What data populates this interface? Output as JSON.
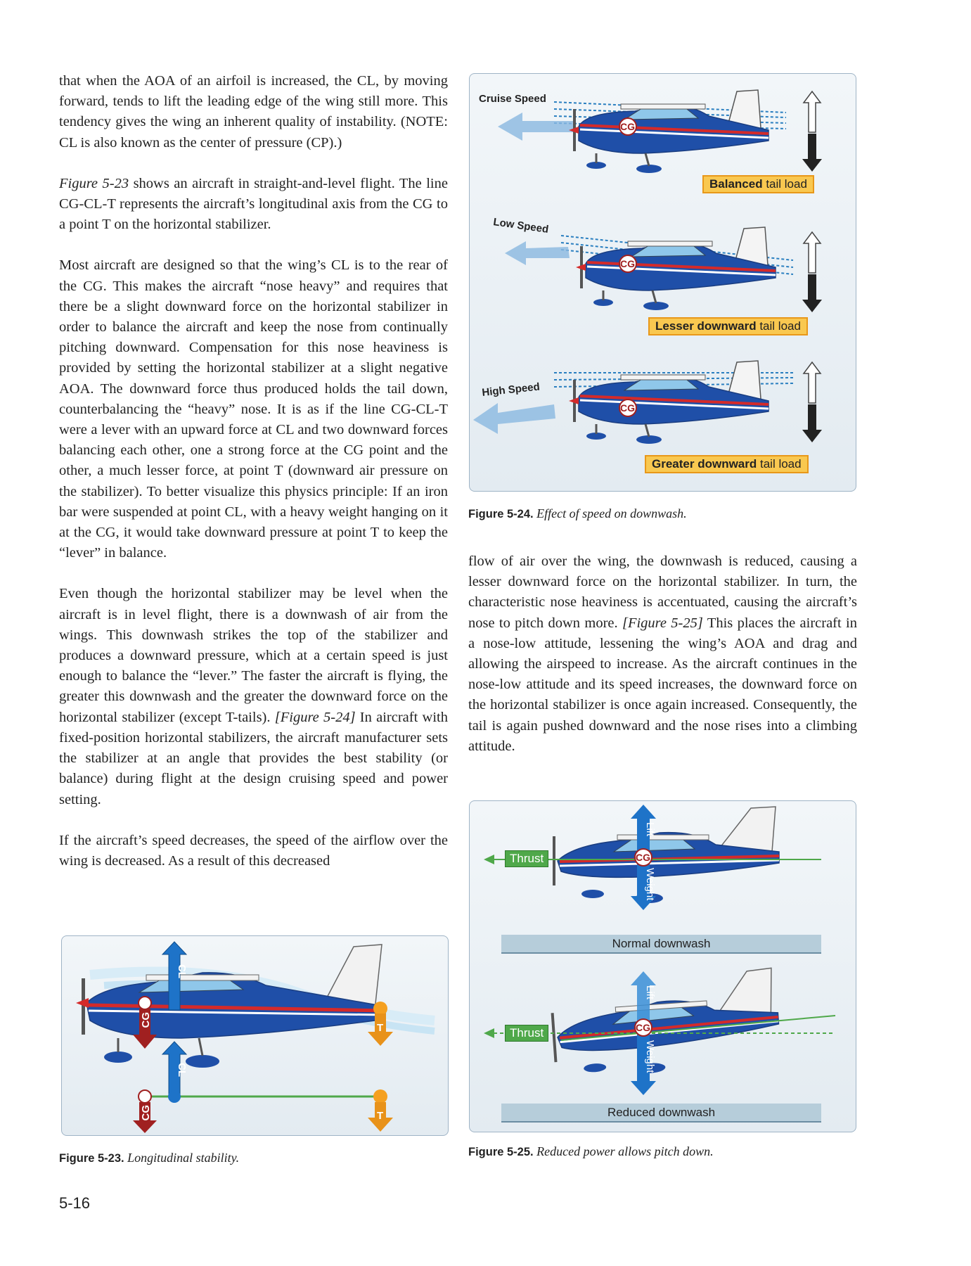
{
  "left_column": {
    "p1": "that when the AOA of an airfoil is increased, the CL, by moving forward, tends to lift the leading edge of the wing still more. This tendency gives the wing an inherent quality of instability. (NOTE: CL is also known as the center of pressure (CP).)",
    "p2_ref": "Figure 5-23",
    "p2": " shows an aircraft in straight-and-level flight. The line CG-CL-T represents the aircraft’s longitudinal axis from the CG to a point T on the horizontal stabilizer.",
    "p3": "Most aircraft are designed so that the wing’s CL is to the rear of the CG. This makes the aircraft “nose heavy” and requires that there be a slight downward force on the horizontal stabilizer in order to balance the aircraft and keep the nose from continually pitching downward. Compensation for this nose heaviness is provided by setting the horizontal stabilizer at a slight negative AOA. The downward force thus produced holds the tail down, counterbalancing the “heavy” nose. It is as if the line CG-CL-T were a lever with an upward force at CL and two downward forces balancing each other, one a strong force at the CG point and the other, a much lesser force, at point T (downward air pressure on the stabilizer). To better visualize this physics principle: If an iron bar were suspended at point CL, with a heavy weight hanging on it at the CG, it would take downward pressure at point T to keep the “lever” in balance.",
    "p4a": "Even though the horizontal stabilizer may be level when the aircraft is in level flight, there is a downwash of air from the wings. This downwash strikes the top of the stabilizer and produces a downward pressure, which at a certain speed is just enough to balance the “lever.” The faster the aircraft is flying, the greater this downwash and the greater the downward force on the horizontal stabilizer (except T-tails). ",
    "p4_ref": "[Figure 5-24]",
    "p4b": " In aircraft with fixed-position horizontal stabilizers, the aircraft manufacturer sets the stabilizer at an angle that provides the best stability (or balance) during flight at the design cruising speed and power setting.",
    "p5": "If the aircraft’s speed decreases, the speed of the airflow over the wing is decreased. As a result of this decreased"
  },
  "right_column": {
    "p1a": "flow of air over the wing, the downwash is reduced, causing a lesser downward force on the horizontal stabilizer. In turn, the characteristic nose heaviness is accentuated, causing the aircraft’s nose to pitch down more. ",
    "p1_ref": "[Figure 5-25]",
    "p1b": " This places the aircraft in a nose-low attitude, lessening the wing’s AOA and drag and allowing the airspeed to increase. As the aircraft continues in the nose-low attitude and its speed increases, the downward force on the horizontal stabilizer is once again increased. Consequently, the tail is again pushed downward and the nose rises into a climbing attitude."
  },
  "fig24": {
    "cruise": "Cruise Speed",
    "low": "Low Speed",
    "high": "High Speed",
    "cg": "CG",
    "box1_bold": "Balanced",
    "box2_bold": "Lesser downward",
    "box3_bold": "Greater downward",
    "box_suffix": " tail load",
    "caption_label": "Figure 5-24.",
    "caption_text": " Effect of speed on downwash."
  },
  "fig23": {
    "cl": "CL",
    "cg": "CG",
    "t": "T",
    "caption_label": "Figure 5-23.",
    "caption_text": " Longitudinal stability."
  },
  "fig25": {
    "thrust": "Thrust",
    "lift": "Lift",
    "weight": "Weight",
    "cg": "CG",
    "normal": "Normal downwash",
    "reduced": "Reduced downwash",
    "caption_label": "Figure 5-25.",
    "caption_text": " Reduced power allows pitch down."
  },
  "page_number": "5-16",
  "colors": {
    "fuselage_blue": "#1f4fa8",
    "stripe_red": "#d42a2a",
    "tail_load_yellow": "#f9c850",
    "thrust_green": "#4fa84a",
    "cl_blue": "#1e73c8",
    "cg_red": "#a02020",
    "t_orange": "#e8921a"
  }
}
